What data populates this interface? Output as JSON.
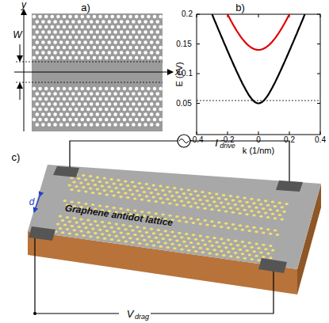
{
  "diagram": {
    "labels": [
      "a)",
      "y",
      "W",
      "x",
      "b)",
      "E (eV)",
      "0.2",
      "0.15",
      "0.1",
      "0.05",
      "-0.4",
      "-0.2",
      "0",
      "0.2",
      "0.4",
      "k (1/nm)",
      "c)",
      "d",
      "I",
      "drive",
      "V",
      "drag",
      "Graphene antidot lattice"
    ]
  }
}
